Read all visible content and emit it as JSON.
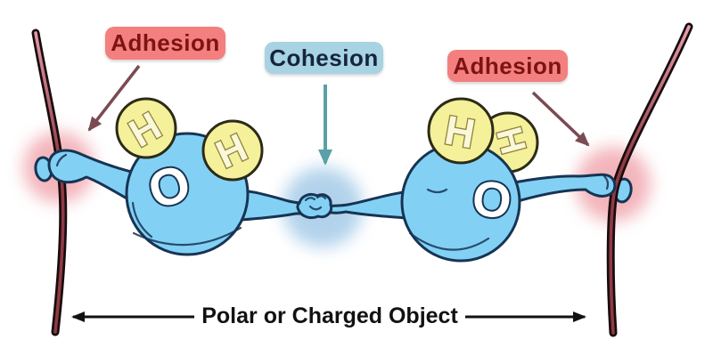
{
  "diagram": {
    "labels": {
      "adhesion_left": "Adhesion",
      "cohesion": "Cohesion",
      "adhesion_right": "Adhesion"
    },
    "caption": "Polar or Charged Object",
    "molecules": {
      "left": {
        "oxygen": "O",
        "hydrogen_top": "H",
        "hydrogen_right": "H"
      },
      "right": {
        "oxygen": "O",
        "hydrogen_top": "H",
        "hydrogen_right": "H"
      }
    },
    "colors": {
      "adhesion_label_bg": "#f47f7f",
      "adhesion_label_text": "#7c1412",
      "cohesion_label_bg": "#a7d3e2",
      "cohesion_label_text": "#16243e",
      "molecule_body": "#82d1f5",
      "molecule_outline": "#173453",
      "hydrogen_fill": "#f5f09a",
      "hydrogen_outline": "#2b2b18",
      "hydrogen_letter": "#fbf7da",
      "hydrogen_letter_outline": "#8f843c",
      "adhesion_glow": "#f0a3ab",
      "cohesion_glow": "#a5cbe8",
      "wall_core_top": "#eba6b4",
      "wall_core_bottom": "#8f3a44",
      "wall_outline": "#180b0d",
      "adhesion_arrow": "#7b4a52",
      "cohesion_arrow": "#5aa0a6",
      "caption_text": "#111111"
    }
  }
}
